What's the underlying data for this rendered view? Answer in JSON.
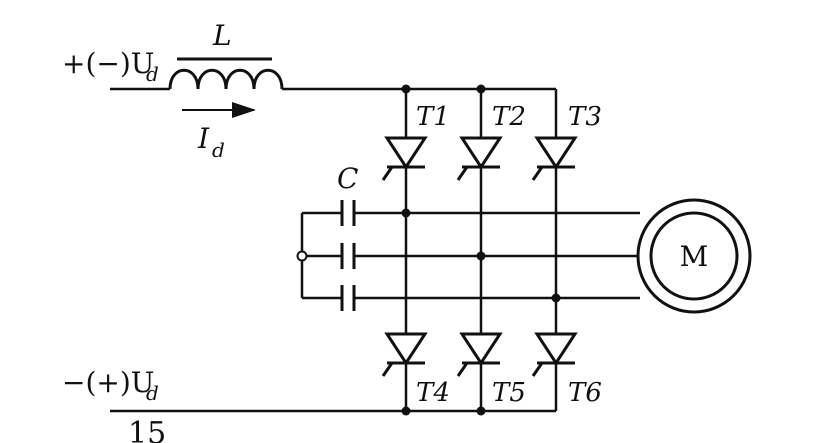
{
  "labels": {
    "top_supply": "+(−)U",
    "top_supply_sub": "d",
    "bottom_supply": "−(+)U",
    "bottom_supply_sub": "d",
    "inductor": "L",
    "current": "I",
    "current_sub": "d",
    "capacitor": "C",
    "motor": "M",
    "thyristors_top": [
      "T1",
      "T2",
      "T3"
    ],
    "thyristors_bottom": [
      "T4",
      "T5",
      "T6"
    ],
    "scribble": "15"
  },
  "colors": {
    "line": "#111111",
    "background": "#ffffff"
  }
}
